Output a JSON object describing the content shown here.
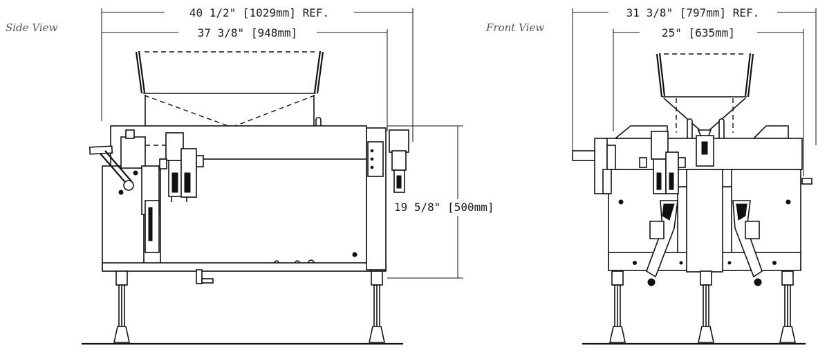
{
  "labels": {
    "side_view": "Side View",
    "front_view": "Front View"
  },
  "dimensions": {
    "side_overall": "40 1/2\" [1029mm] REF.",
    "side_body": "37 3/8\" [948mm]",
    "side_height": "19 5/8\" [500mm]",
    "front_overall": "31 3/8\" [797mm] REF.",
    "front_body": "25\" [635mm]"
  }
}
